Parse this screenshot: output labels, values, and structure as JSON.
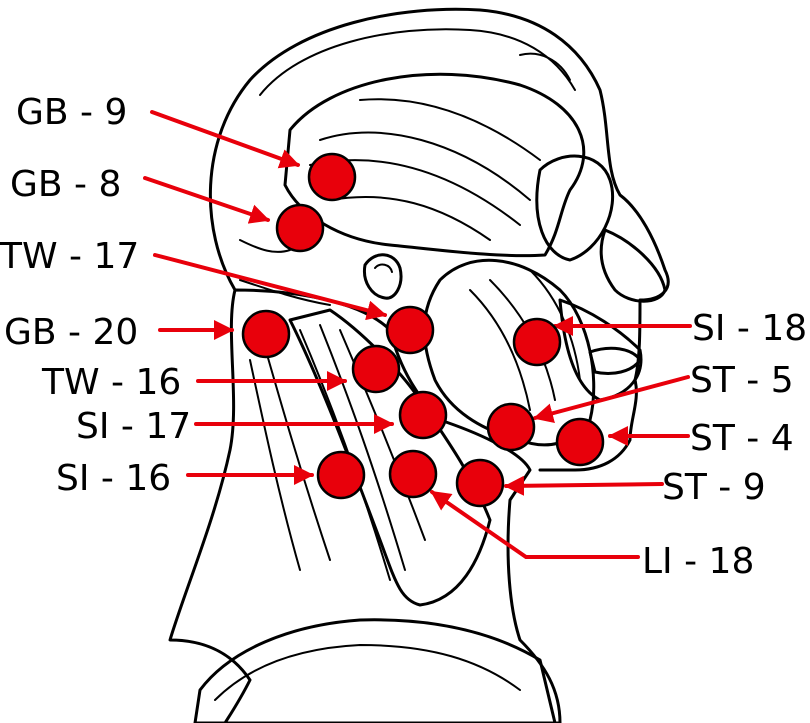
{
  "colors": {
    "point_fill": "#e8000b",
    "point_stroke": "#000000",
    "arrow": "#e8000b",
    "skin": "#f4c4a0",
    "muscle": "#f2be98",
    "temporalis": "#f8f2be",
    "label": "#000000"
  },
  "points": [
    {
      "id": "gb9",
      "label": "GB - 9"
    },
    {
      "id": "gb8",
      "label": "GB - 8"
    },
    {
      "id": "tw17",
      "label": "TW - 17"
    },
    {
      "id": "gb20",
      "label": "GB - 20"
    },
    {
      "id": "tw16",
      "label": "TW - 16"
    },
    {
      "id": "si17",
      "label": "SI - 17"
    },
    {
      "id": "si16",
      "label": "SI - 16"
    },
    {
      "id": "si18",
      "label": "SI - 18"
    },
    {
      "id": "st5",
      "label": "ST - 5"
    },
    {
      "id": "st4",
      "label": "ST - 4"
    },
    {
      "id": "st9",
      "label": "ST - 9"
    },
    {
      "id": "li18",
      "label": "LI - 18"
    }
  ]
}
